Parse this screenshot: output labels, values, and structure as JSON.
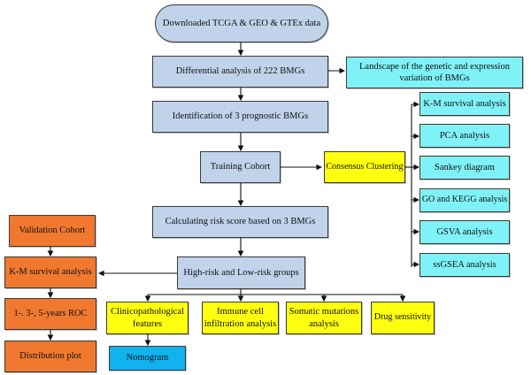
{
  "main_flow": {
    "start": "Downloaded TCGA & GEO & GTEx data",
    "differential": "Differential analysis of 222 BMGs",
    "identification": "Identification of 3 prognostic BMGs",
    "training": "Training Cohort",
    "risk_score": "Calculating risk score based on 3 BMGs",
    "groups": "High-risk and Low-risk groups"
  },
  "landscape": "Landscape of the genetic and expression variation of BMGs",
  "consensus": {
    "label": "Consensus Clustering",
    "outputs": [
      "K-M survival analysis",
      "PCA analysis",
      "Sankey diagram",
      "GO and KEGG analysis",
      "GSVA analysis",
      "ssGSEA analysis"
    ]
  },
  "validation": {
    "cohort": "Validation Cohort",
    "km": "K-M survival analysis",
    "roc": "1-. 3-, 5-years ROC",
    "distribution": "Distribution plot"
  },
  "group_outputs": [
    "Clinicopathological features",
    "Immune cell infiltration analysis",
    "Somatic mutations analysis",
    "Drug sensitivity"
  ],
  "nomogram": "Nomogram",
  "colors": {
    "main": "#c0d3ea",
    "cyan": "#7ff2f7",
    "yellow": "#ffff10",
    "orange": "#f0792f",
    "nomogram": "#11b3ef"
  }
}
